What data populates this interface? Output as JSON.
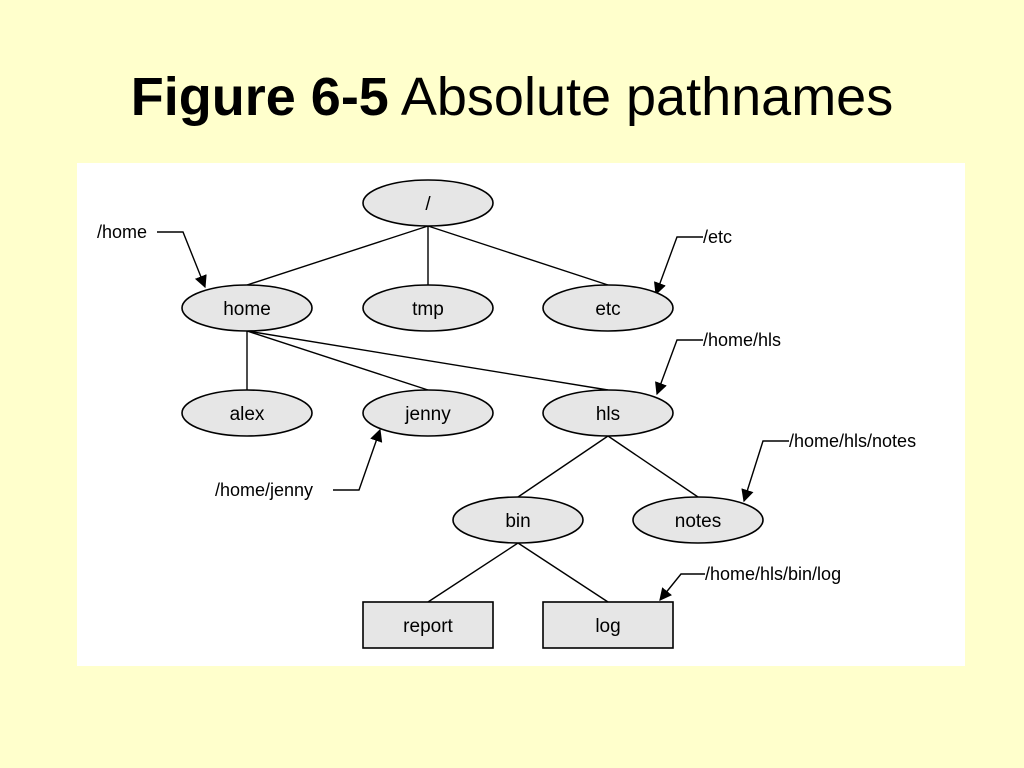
{
  "title": {
    "bold": "Figure 6-5",
    "rest": "Absolute pathnames"
  },
  "tree": {
    "nodes": [
      {
        "id": "root",
        "label": "/",
        "shape": "ellipse"
      },
      {
        "id": "home",
        "label": "home",
        "shape": "ellipse"
      },
      {
        "id": "tmp",
        "label": "tmp",
        "shape": "ellipse"
      },
      {
        "id": "etc",
        "label": "etc",
        "shape": "ellipse"
      },
      {
        "id": "alex",
        "label": "alex",
        "shape": "ellipse"
      },
      {
        "id": "jenny",
        "label": "jenny",
        "shape": "ellipse"
      },
      {
        "id": "hls",
        "label": "hls",
        "shape": "ellipse"
      },
      {
        "id": "bin",
        "label": "bin",
        "shape": "ellipse"
      },
      {
        "id": "notes",
        "label": "notes",
        "shape": "ellipse"
      },
      {
        "id": "report",
        "label": "report",
        "shape": "rect"
      },
      {
        "id": "log",
        "label": "log",
        "shape": "rect"
      }
    ],
    "edges": [
      [
        "root",
        "home"
      ],
      [
        "root",
        "tmp"
      ],
      [
        "root",
        "etc"
      ],
      [
        "home",
        "alex"
      ],
      [
        "home",
        "jenny"
      ],
      [
        "home",
        "hls"
      ],
      [
        "hls",
        "bin"
      ],
      [
        "hls",
        "notes"
      ],
      [
        "bin",
        "report"
      ],
      [
        "bin",
        "log"
      ]
    ],
    "pathnames": [
      {
        "target": "home",
        "text": "/home"
      },
      {
        "target": "etc",
        "text": "/etc"
      },
      {
        "target": "hls",
        "text": "/home/hls"
      },
      {
        "target": "jenny",
        "text": "/home/jenny"
      },
      {
        "target": "notes",
        "text": "/home/hls/notes"
      },
      {
        "target": "log",
        "text": "/home/hls/bin/log"
      }
    ]
  }
}
